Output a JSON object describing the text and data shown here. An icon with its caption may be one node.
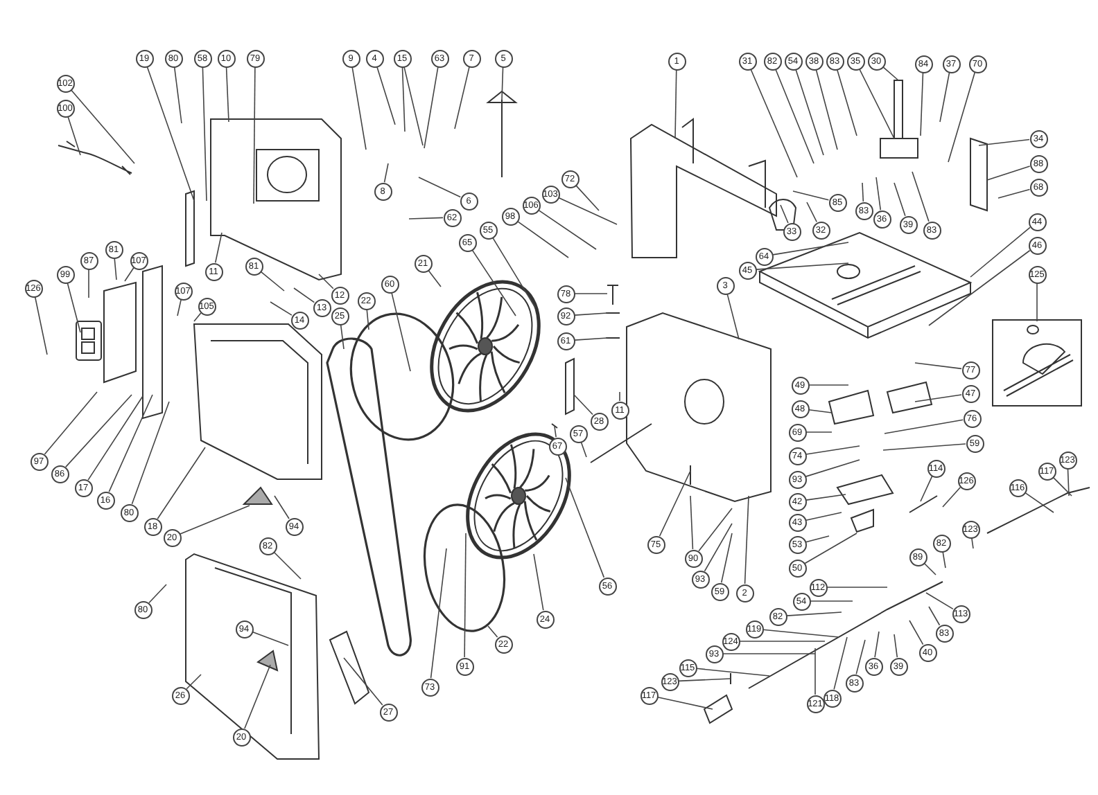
{
  "diagram": {
    "nodes": [
      {
        "text": [
          "102"
        ]
      },
      {
        "text": [
          "100"
        ]
      },
      {
        "text": [
          "19"
        ]
      },
      {
        "text": [
          "80"
        ]
      },
      {
        "text": [
          "58"
        ]
      },
      {
        "text": [
          "10"
        ]
      },
      {
        "text": [
          "79"
        ]
      },
      {
        "text": [
          "9"
        ]
      },
      {
        "text": [
          "4"
        ]
      },
      {
        "text": [
          "15"
        ]
      },
      {
        "text": [
          "63"
        ]
      },
      {
        "text": [
          "7"
        ]
      },
      {
        "text": [
          "5"
        ]
      },
      {
        "text": [
          "1"
        ]
      },
      {
        "text": [
          "31"
        ]
      },
      {
        "text": [
          "82"
        ]
      },
      {
        "text": [
          "54"
        ]
      },
      {
        "text": [
          "38"
        ]
      },
      {
        "text": [
          "83"
        ]
      },
      {
        "text": [
          "35"
        ]
      },
      {
        "text": [
          "30"
        ]
      },
      {
        "text": [
          "84"
        ]
      },
      {
        "text": [
          "37"
        ]
      },
      {
        "text": [
          "70"
        ]
      },
      {
        "text": [
          "34"
        ]
      },
      {
        "text": [
          "88"
        ]
      },
      {
        "text": [
          "68"
        ]
      },
      {
        "text": [
          "72"
        ]
      },
      {
        "text": [
          "103"
        ]
      },
      {
        "text": [
          "8"
        ]
      },
      {
        "text": [
          "6"
        ]
      },
      {
        "text": [
          "98"
        ]
      },
      {
        "text": [
          "106"
        ]
      },
      {
        "text": [
          "85"
        ]
      },
      {
        "text": [
          "83"
        ]
      },
      {
        "text": [
          "36"
        ]
      },
      {
        "text": [
          "39"
        ]
      },
      {
        "text": [
          "32"
        ]
      },
      {
        "text": [
          "62"
        ]
      },
      {
        "text": [
          "83"
        ]
      },
      {
        "text": [
          "44"
        ]
      },
      {
        "text": [
          "33"
        ]
      },
      {
        "text": [
          "55"
        ]
      },
      {
        "text": [
          "65"
        ]
      },
      {
        "text": [
          "46"
        ]
      },
      {
        "text": [
          "64"
        ]
      },
      {
        "text": [
          "81"
        ]
      },
      {
        "text": [
          "87"
        ]
      },
      {
        "text": [
          "107"
        ]
      },
      {
        "text": [
          "21"
        ]
      },
      {
        "text": [
          "81"
        ]
      },
      {
        "text": [
          "99"
        ]
      },
      {
        "text": [
          "11"
        ]
      },
      {
        "text": [
          "45"
        ]
      },
      {
        "text": [
          "125"
        ]
      },
      {
        "text": [
          "3"
        ]
      },
      {
        "text": [
          "60"
        ]
      },
      {
        "text": [
          "126"
        ]
      },
      {
        "text": [
          "78"
        ]
      },
      {
        "text": [
          "107"
        ]
      },
      {
        "text": [
          "12"
        ]
      },
      {
        "text": [
          "22"
        ]
      },
      {
        "text": [
          "105"
        ]
      },
      {
        "text": [
          "13"
        ]
      },
      {
        "text": [
          "92"
        ]
      },
      {
        "text": [
          "25"
        ]
      },
      {
        "text": [
          "14"
        ]
      },
      {
        "text": [
          "61"
        ]
      },
      {
        "text": [
          "77"
        ]
      },
      {
        "text": [
          "49"
        ]
      },
      {
        "text": [
          "47"
        ]
      },
      {
        "text": [
          "48"
        ]
      },
      {
        "text": [
          "11"
        ]
      },
      {
        "text": [
          "76"
        ]
      },
      {
        "text": [
          "28"
        ]
      },
      {
        "text": [
          "69"
        ]
      },
      {
        "text": [
          "57"
        ]
      },
      {
        "text": [
          "59"
        ]
      },
      {
        "text": [
          "67"
        ]
      },
      {
        "text": [
          "74"
        ]
      },
      {
        "text": [
          "97"
        ]
      },
      {
        "text": [
          "114"
        ]
      },
      {
        "text": [
          "86"
        ]
      },
      {
        "text": [
          "93"
        ]
      },
      {
        "text": [
          "126"
        ]
      },
      {
        "text": [
          "117"
        ]
      },
      {
        "text": [
          "116"
        ]
      },
      {
        "text": [
          "123"
        ]
      },
      {
        "text": [
          "17"
        ]
      },
      {
        "text": [
          "16"
        ]
      },
      {
        "text": [
          "42"
        ]
      },
      {
        "text": [
          "80"
        ]
      },
      {
        "text": [
          "43"
        ]
      },
      {
        "text": [
          "123"
        ]
      },
      {
        "text": [
          "18"
        ]
      },
      {
        "text": [
          "94"
        ]
      },
      {
        "text": [
          "20"
        ]
      },
      {
        "text": [
          "82"
        ]
      },
      {
        "text": [
          "75"
        ]
      },
      {
        "text": [
          "53"
        ]
      },
      {
        "text": [
          "82"
        ]
      },
      {
        "text": [
          "89"
        ]
      },
      {
        "text": [
          "90"
        ]
      },
      {
        "text": [
          "50"
        ]
      },
      {
        "text": [
          "93"
        ]
      },
      {
        "text": [
          "59"
        ]
      },
      {
        "text": [
          "56"
        ]
      },
      {
        "text": [
          "112"
        ]
      },
      {
        "text": [
          "2"
        ]
      },
      {
        "text": [
          "54"
        ]
      },
      {
        "text": [
          "80"
        ]
      },
      {
        "text": [
          "82"
        ]
      },
      {
        "text": [
          "24"
        ]
      },
      {
        "text": [
          "113"
        ]
      },
      {
        "text": [
          "119"
        ]
      },
      {
        "text": [
          "94"
        ]
      },
      {
        "text": [
          "83"
        ]
      },
      {
        "text": [
          "124"
        ]
      },
      {
        "text": [
          "22"
        ]
      },
      {
        "text": [
          "40"
        ]
      },
      {
        "text": [
          "93"
        ]
      },
      {
        "text": [
          "36"
        ]
      },
      {
        "text": [
          "39"
        ]
      },
      {
        "text": [
          "91"
        ]
      },
      {
        "text": [
          "115"
        ]
      },
      {
        "text": [
          "83"
        ]
      },
      {
        "text": [
          "123"
        ]
      },
      {
        "text": [
          "73"
        ]
      },
      {
        "text": [
          "118"
        ]
      },
      {
        "text": [
          "26"
        ]
      },
      {
        "text": [
          "117"
        ]
      },
      {
        "text": [
          "121"
        ]
      },
      {
        "text": [
          "27"
        ]
      },
      {
        "text": [
          "20"
        ]
      }
    ],
    "edges": [
      {
        "from": 0,
        "to": null,
        "arrow": "none"
      },
      {
        "from": 1,
        "to": null,
        "arrow": "none"
      },
      {
        "from": 2,
        "to": null,
        "arrow": "none"
      },
      {
        "from": 3,
        "to": null,
        "arrow": "none"
      },
      {
        "from": 4,
        "to": null,
        "arrow": "none"
      },
      {
        "from": 5,
        "to": null,
        "arrow": "none"
      },
      {
        "from": 6,
        "to": null,
        "arrow": "none"
      },
      {
        "from": 7,
        "to": null,
        "arrow": "none"
      },
      {
        "from": 8,
        "to": null,
        "arrow": "none"
      },
      {
        "from": 9,
        "to": null,
        "arrow": "none"
      },
      {
        "from": 9,
        "to": null,
        "arrow": "none"
      },
      {
        "from": 10,
        "to": null,
        "arrow": "none"
      },
      {
        "from": 11,
        "to": null,
        "arrow": "none"
      },
      {
        "from": 12,
        "to": null,
        "arrow": "none"
      },
      {
        "from": 13,
        "to": null,
        "arrow": "none"
      },
      {
        "from": 14,
        "to": null,
        "arrow": "none"
      },
      {
        "from": 15,
        "to": null,
        "arrow": "none"
      },
      {
        "from": 16,
        "to": null,
        "arrow": "none"
      },
      {
        "from": 17,
        "to": null,
        "arrow": "none"
      },
      {
        "from": 18,
        "to": null,
        "arrow": "none"
      },
      {
        "from": 19,
        "to": null,
        "arrow": "none"
      },
      {
        "from": 20,
        "to": null,
        "arrow": "none"
      },
      {
        "from": 21,
        "to": null,
        "arrow": "none"
      },
      {
        "from": 22,
        "to": null,
        "arrow": "none"
      },
      {
        "from": 23,
        "to": null,
        "arrow": "none"
      },
      {
        "from": 24,
        "to": null,
        "arrow": "none"
      },
      {
        "from": 25,
        "to": null,
        "arrow": "none"
      },
      {
        "from": 26,
        "to": null,
        "arrow": "none"
      },
      {
        "from": 27,
        "to": null,
        "arrow": "none"
      },
      {
        "from": 28,
        "to": null,
        "arrow": "none"
      },
      {
        "from": 29,
        "to": null,
        "arrow": "none"
      },
      {
        "from": 30,
        "to": null,
        "arrow": "none"
      },
      {
        "from": 31,
        "to": null,
        "arrow": "none"
      },
      {
        "from": 32,
        "to": null,
        "arrow": "none"
      },
      {
        "from": 33,
        "to": null,
        "arrow": "none"
      },
      {
        "from": 34,
        "to": null,
        "arrow": "none"
      },
      {
        "from": 35,
        "to": null,
        "arrow": "none"
      },
      {
        "from": 36,
        "to": null,
        "arrow": "none"
      },
      {
        "from": 37,
        "to": null,
        "arrow": "none"
      },
      {
        "from": 38,
        "to": null,
        "arrow": "none"
      },
      {
        "from": 39,
        "to": null,
        "arrow": "none"
      },
      {
        "from": 40,
        "to": null,
        "arrow": "none"
      },
      {
        "from": 41,
        "to": null,
        "arrow": "none"
      },
      {
        "from": 42,
        "to": null,
        "arrow": "none"
      },
      {
        "from": 43,
        "to": null,
        "arrow": "none"
      },
      {
        "from": 44,
        "to": null,
        "arrow": "none"
      },
      {
        "from": 45,
        "to": null,
        "arrow": "none"
      },
      {
        "from": 46,
        "to": null,
        "arrow": "none"
      },
      {
        "from": 47,
        "to": null,
        "arrow": "none"
      },
      {
        "from": 48,
        "to": null,
        "arrow": "none"
      },
      {
        "from": 49,
        "to": null,
        "arrow": "none"
      },
      {
        "from": 50,
        "to": null,
        "arrow": "none"
      },
      {
        "from": 51,
        "to": null,
        "arrow": "none"
      },
      {
        "from": 52,
        "to": null,
        "arrow": "none"
      },
      {
        "from": 53,
        "to": null,
        "arrow": "none"
      },
      {
        "from": 54,
        "to": null,
        "arrow": "none"
      },
      {
        "from": 55,
        "to": null,
        "arrow": "none"
      },
      {
        "from": 56,
        "to": null,
        "arrow": "none"
      },
      {
        "from": 57,
        "to": null,
        "arrow": "none"
      },
      {
        "from": 58,
        "to": null,
        "arrow": "none"
      },
      {
        "from": 59,
        "to": null,
        "arrow": "none"
      },
      {
        "from": 60,
        "to": null,
        "arrow": "none"
      },
      {
        "from": 61,
        "to": null,
        "arrow": "none"
      },
      {
        "from": 62,
        "to": null,
        "arrow": "none"
      },
      {
        "from": 63,
        "to": null,
        "arrow": "none"
      },
      {
        "from": 64,
        "to": null,
        "arrow": "none"
      },
      {
        "from": 65,
        "to": null,
        "arrow": "none"
      },
      {
        "from": 66,
        "to": null,
        "arrow": "none"
      },
      {
        "from": 67,
        "to": null,
        "arrow": "none"
      },
      {
        "from": 68,
        "to": null,
        "arrow": "none"
      },
      {
        "from": 69,
        "to": null,
        "arrow": "none"
      },
      {
        "from": 70,
        "to": null,
        "arrow": "none"
      },
      {
        "from": 71,
        "to": null,
        "arrow": "none"
      },
      {
        "from": 72,
        "to": null,
        "arrow": "none"
      },
      {
        "from": 73,
        "to": null,
        "arrow": "none"
      },
      {
        "from": 74,
        "to": null,
        "arrow": "none"
      },
      {
        "from": 75,
        "to": null,
        "arrow": "none"
      },
      {
        "from": 76,
        "to": null,
        "arrow": "none"
      },
      {
        "from": 77,
        "to": null,
        "arrow": "none"
      },
      {
        "from": 78,
        "to": null,
        "arrow": "none"
      },
      {
        "from": 79,
        "to": null,
        "arrow": "none"
      },
      {
        "from": 80,
        "to": null,
        "arrow": "none"
      },
      {
        "from": 81,
        "to": null,
        "arrow": "none"
      },
      {
        "from": 82,
        "to": null,
        "arrow": "none"
      },
      {
        "from": 83,
        "to": null,
        "arrow": "none"
      },
      {
        "from": 84,
        "to": null,
        "arrow": "none"
      },
      {
        "from": 85,
        "to": null,
        "arrow": "none"
      },
      {
        "from": 86,
        "to": null,
        "arrow": "none"
      },
      {
        "from": 87,
        "to": null,
        "arrow": "none"
      },
      {
        "from": 88,
        "to": null,
        "arrow": "none"
      },
      {
        "from": 89,
        "to": null,
        "arrow": "none"
      },
      {
        "from": 90,
        "to": null,
        "arrow": "none"
      },
      {
        "from": 91,
        "to": null,
        "arrow": "none"
      },
      {
        "from": 92,
        "to": null,
        "arrow": "none"
      },
      {
        "from": 93,
        "to": null,
        "arrow": "none"
      },
      {
        "from": 94,
        "to": null,
        "arrow": "none"
      },
      {
        "from": 95,
        "to": null,
        "arrow": "none"
      },
      {
        "from": 96,
        "to": null,
        "arrow": "none"
      },
      {
        "from": 97,
        "to": null,
        "arrow": "none"
      },
      {
        "from": 98,
        "to": null,
        "arrow": "none"
      },
      {
        "from": 99,
        "to": null,
        "arrow": "none"
      },
      {
        "from": 100,
        "to": null,
        "arrow": "none"
      },
      {
        "from": 101,
        "to": null,
        "arrow": "none"
      },
      {
        "from": 102,
        "to": null,
        "arrow": "none"
      },
      {
        "from": 102,
        "to": null,
        "arrow": "none"
      },
      {
        "from": 103,
        "to": null,
        "arrow": "none"
      },
      {
        "from": 104,
        "to": null,
        "arrow": "none"
      },
      {
        "from": 105,
        "to": null,
        "arrow": "none"
      },
      {
        "from": 106,
        "to": null,
        "arrow": "none"
      },
      {
        "from": 107,
        "to": null,
        "arrow": "none"
      },
      {
        "from": 108,
        "to": null,
        "arrow": "none"
      },
      {
        "from": 109,
        "to": null,
        "arrow": "none"
      },
      {
        "from": 110,
        "to": null,
        "arrow": "none"
      },
      {
        "from": 111,
        "to": null,
        "arrow": "none"
      },
      {
        "from": 112,
        "to": null,
        "arrow": "none"
      },
      {
        "from": 113,
        "to": null,
        "arrow": "none"
      },
      {
        "from": 114,
        "to": null,
        "arrow": "none"
      },
      {
        "from": 115,
        "to": null,
        "arrow": "none"
      },
      {
        "from": 116,
        "to": null,
        "arrow": "none"
      },
      {
        "from": 117,
        "to": null,
        "arrow": "none"
      },
      {
        "from": 118,
        "to": null,
        "arrow": "none"
      },
      {
        "from": 119,
        "to": null,
        "arrow": "none"
      },
      {
        "from": 120,
        "to": null,
        "arrow": "none"
      },
      {
        "from": 121,
        "to": null,
        "arrow": "none"
      },
      {
        "from": 122,
        "to": null,
        "arrow": "none"
      },
      {
        "from": 123,
        "to": null,
        "arrow": "none"
      },
      {
        "from": 124,
        "to": null,
        "arrow": "none"
      },
      {
        "from": 125,
        "to": null,
        "arrow": "none"
      },
      {
        "from": 126,
        "to": null,
        "arrow": "none"
      },
      {
        "from": 127,
        "to": null,
        "arrow": "none"
      },
      {
        "from": 128,
        "to": null,
        "arrow": "none"
      },
      {
        "from": 129,
        "to": null,
        "arrow": "none"
      },
      {
        "from": 130,
        "to": null,
        "arrow": "none"
      },
      {
        "from": 131,
        "to": null,
        "arrow": "none"
      },
      {
        "from": 132,
        "to": null,
        "arrow": "none"
      },
      {
        "from": 133,
        "to": null,
        "arrow": "none"
      }
    ]
  }
}
